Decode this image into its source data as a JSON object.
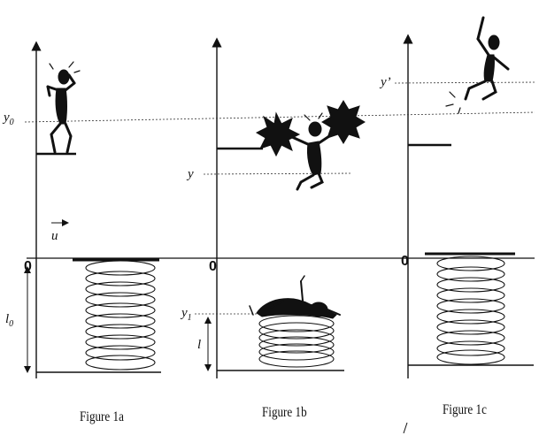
{
  "labels": {
    "y0": "y",
    "y0_sub": "0",
    "y": "y",
    "y_prime": "y’",
    "y1": "y",
    "y1_sub": "1",
    "l0": "l",
    "l0_sub": "0",
    "l": "l",
    "u": "u",
    "zero_a": "0",
    "zero_b": "0",
    "zero_c": "0"
  },
  "captions": {
    "fig_a": "Figure 1a",
    "fig_b": "Figure 1b",
    "fig_c": "Figure 1c"
  }
}
